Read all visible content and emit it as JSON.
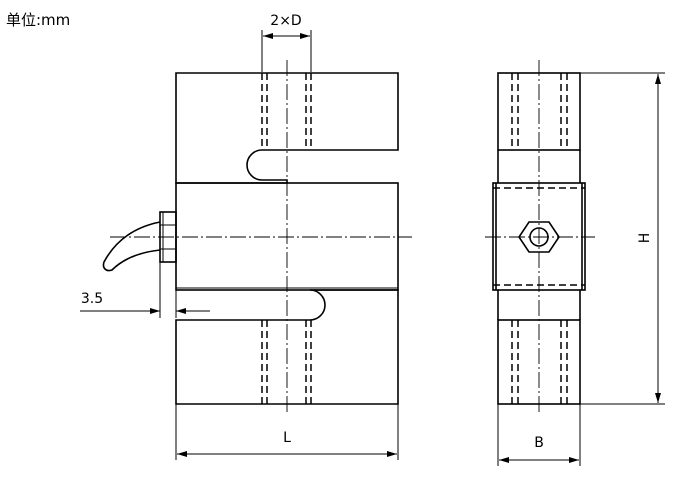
{
  "unit_label": "单位:mm",
  "dimensions": {
    "bore": "2×D",
    "length": "L",
    "breadth": "B",
    "height": "H",
    "offset": "3.5"
  },
  "colors": {
    "line": "#000000",
    "background": "#ffffff"
  }
}
